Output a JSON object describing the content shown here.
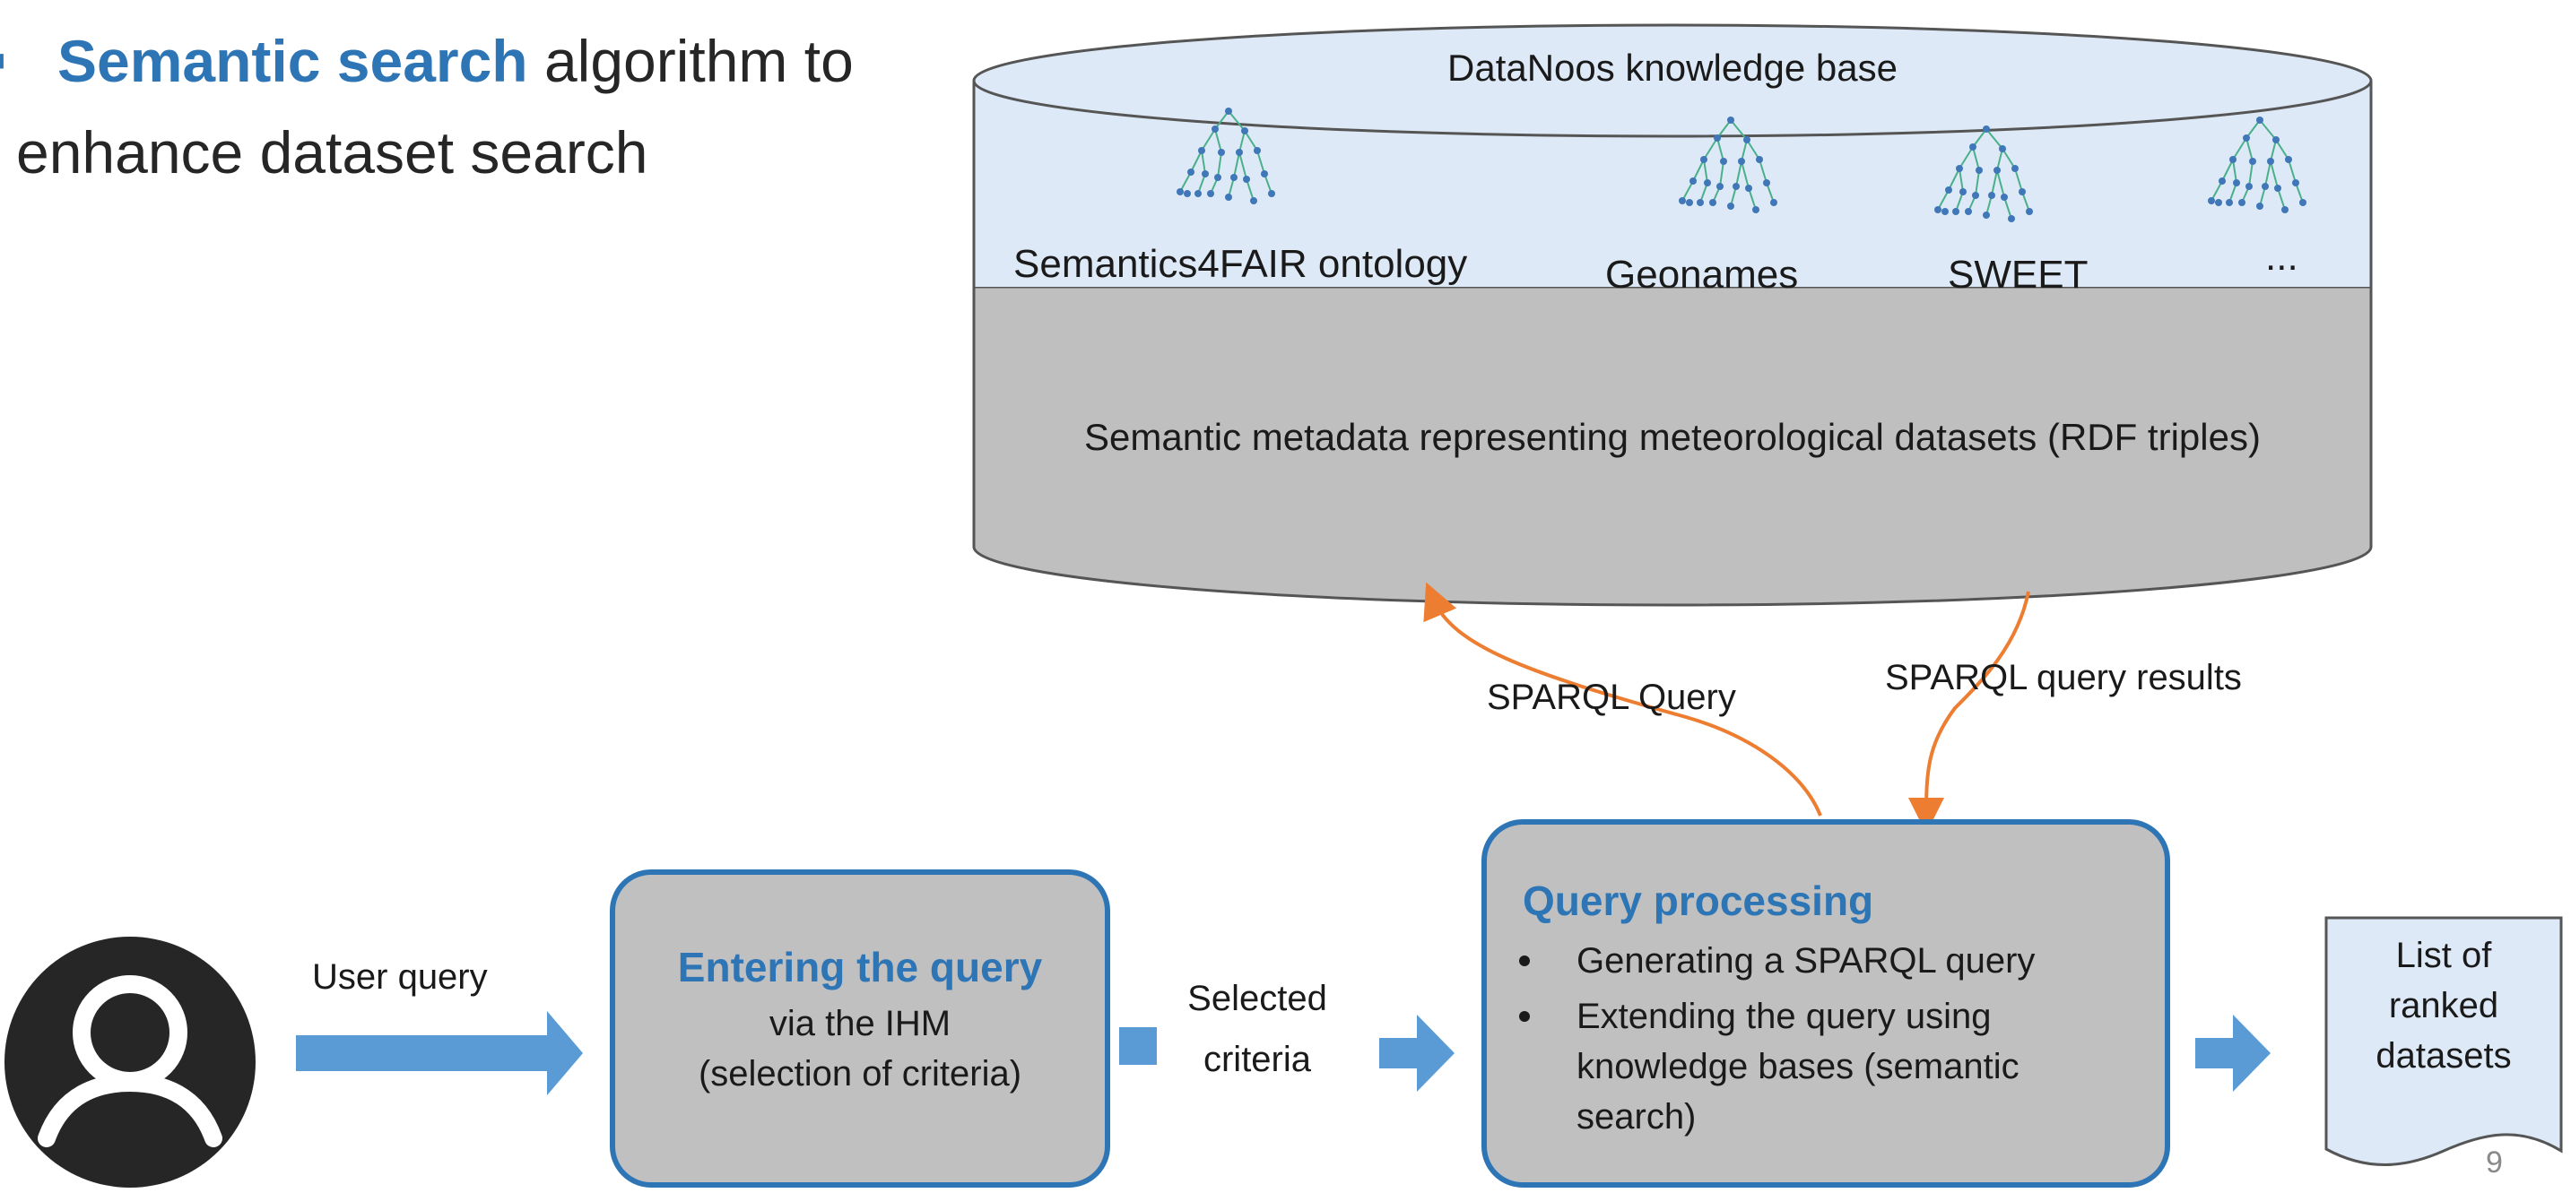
{
  "slide": {
    "title_accent": "Semantic search",
    "title_rest": " algorithm to",
    "title_line2": "enhance dataset search",
    "page_number": "9"
  },
  "knowledge_base": {
    "title": "DataNoos knowledge base",
    "ontologies": [
      "Semantics4FAIR ontology",
      "Geonames",
      "SWEET",
      "..."
    ],
    "metadata_label": "Semantic metadata representing meteorological datasets (RDF triples)",
    "top_color": "#dde9f6",
    "bottom_color": "#bfbfbf"
  },
  "arrows": {
    "sparql_query": "SPARQL Query",
    "sparql_results": "SPARQL query results",
    "user_query": "User query",
    "selected_criteria_line1": "Selected",
    "selected_criteria_line2": "criteria",
    "accent_color": "#ed7d31",
    "flow_color": "#5b9bd5"
  },
  "entering_box": {
    "title": "Entering the query",
    "line1": "via the IHM",
    "line2": "(selection of criteria)"
  },
  "processing_box": {
    "title": "Query processing",
    "bullet1": "Generating a SPARQL query",
    "bullet2_line1": "Extending the query using",
    "bullet2_line2": "knowledge bases (semantic",
    "bullet2_line3": "search)"
  },
  "result_doc": {
    "line1": "List of",
    "line2": "ranked",
    "line3": "datasets"
  },
  "icons": [
    "user-avatar-icon",
    "ontology-tree-icon"
  ]
}
